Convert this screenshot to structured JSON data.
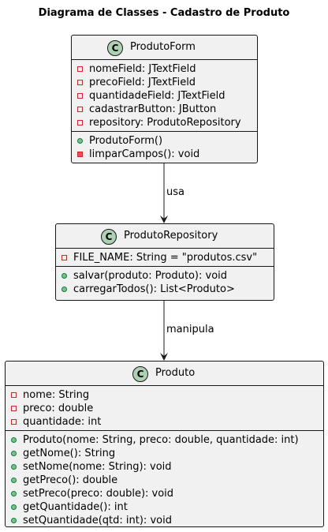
{
  "diagram": {
    "title": "Diagrama de Classes - Cadastro de Produto",
    "classes": {
      "produto_form": {
        "icon": "C",
        "name": "ProdutoForm",
        "attributes": [
          "nomeField: JTextField",
          "precoField: JTextField",
          "quantidadeField: JTextField",
          "cadastrarButton: JButton",
          "repository: ProdutoRepository"
        ],
        "methods": [
          "ProdutoForm()",
          "limparCampos(): void"
        ]
      },
      "produto_repository": {
        "icon": "C",
        "name": "ProdutoRepository",
        "attributes": [
          "FILE_NAME: String = \"produtos.csv\""
        ],
        "methods": [
          "salvar(produto: Produto): void",
          "carregarTodos(): List<Produto>"
        ]
      },
      "produto": {
        "icon": "C",
        "name": "Produto",
        "attributes": [
          "nome: String",
          "preco: double",
          "quantidade: int"
        ],
        "methods": [
          "Produto(nome: String, preco: double, quantidade: int)",
          "getNome(): String",
          "setNome(nome: String): void",
          "getPreco(): double",
          "setPreco(preco: double): void",
          "getQuantidade(): int",
          "setQuantidade(qtd: int): void"
        ]
      }
    },
    "relations": {
      "form_to_repository": "usa",
      "repository_to_produto": "manipula"
    }
  }
}
